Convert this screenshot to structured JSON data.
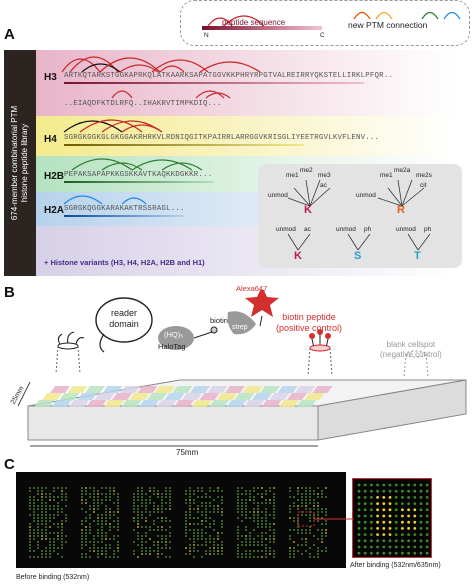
{
  "panels": {
    "a": "A",
    "b": "B",
    "c": "C"
  },
  "legend": {
    "peptide_sequence": "peptide sequence",
    "n_term": "N",
    "c_term": "C",
    "new_ptm": "new PTM connection"
  },
  "library_label_line1": "674-member combinatorial PTM",
  "library_label_line2": "histone peptide library",
  "histones": [
    {
      "name": "H3",
      "seq1": "ARTKQTARKSTGGKAPRKQLATKAARKSAPATGGVKKPHRYRPGTVALREIRRYQKSTELLIRKLPFQR..",
      "seq2": "..EIAQDFKTDLRFQ..IHAKRVTIMPKDIQ..."
    },
    {
      "name": "H4",
      "seq1": "SGRGKGGKGLGKGGAKRHRKVLRDNIQGITKPAIRRLARRGGVKRISGLIYEETRGVLKVFLENV..."
    },
    {
      "name": "H2B",
      "seq1": "PEPAKSAPAPKKGSKKAVTKAQKKDGKKR..."
    },
    {
      "name": "H2A",
      "seq1": "SGRGKQGGKARAKAKTRSSRAGL..."
    }
  ],
  "variants": "+ Histone variants (H3, H4, H2A, H2B and H1)",
  "mods": {
    "k_top": [
      "me1",
      "me2",
      "me3"
    ],
    "k_side": [
      "unmod",
      "ac"
    ],
    "k": "K",
    "r_top": [
      "me1",
      "me2a",
      "me2s"
    ],
    "r_side": [
      "unmod",
      "cit"
    ],
    "r": "R",
    "k2_top": [
      "unmod",
      "ac"
    ],
    "k2": "K",
    "s_top": [
      "unmod",
      "ph"
    ],
    "s": "S",
    "t_top": [
      "unmod",
      "ph"
    ],
    "t": "T"
  },
  "panel_b": {
    "reader": "reader",
    "domain": "domain",
    "hq": "(HQ)₅",
    "halotag": "HaloTag",
    "biotin": "biotin",
    "strep": "strep",
    "alexa": "Alexa647",
    "biotin_peptide": "biotin peptide",
    "positive_control": "(positive control)",
    "blank": "blank cellspot",
    "negative_control": "(negative control)",
    "dim_w": "75mm",
    "dim_h": "25mm"
  },
  "panel_c": {
    "before": "Before binding (532nm)",
    "after": "After binding (532nm/635nm)"
  },
  "colors": {
    "h3": "#e6b3c8",
    "h4": "#f0e68c",
    "h2b": "#b8e3c1",
    "h2a": "#b7d3ec",
    "variants": "#d8d3e8",
    "dark": "#2b2421",
    "k": "#c2185b",
    "r": "#e06020",
    "s": "#2aa0c8"
  }
}
